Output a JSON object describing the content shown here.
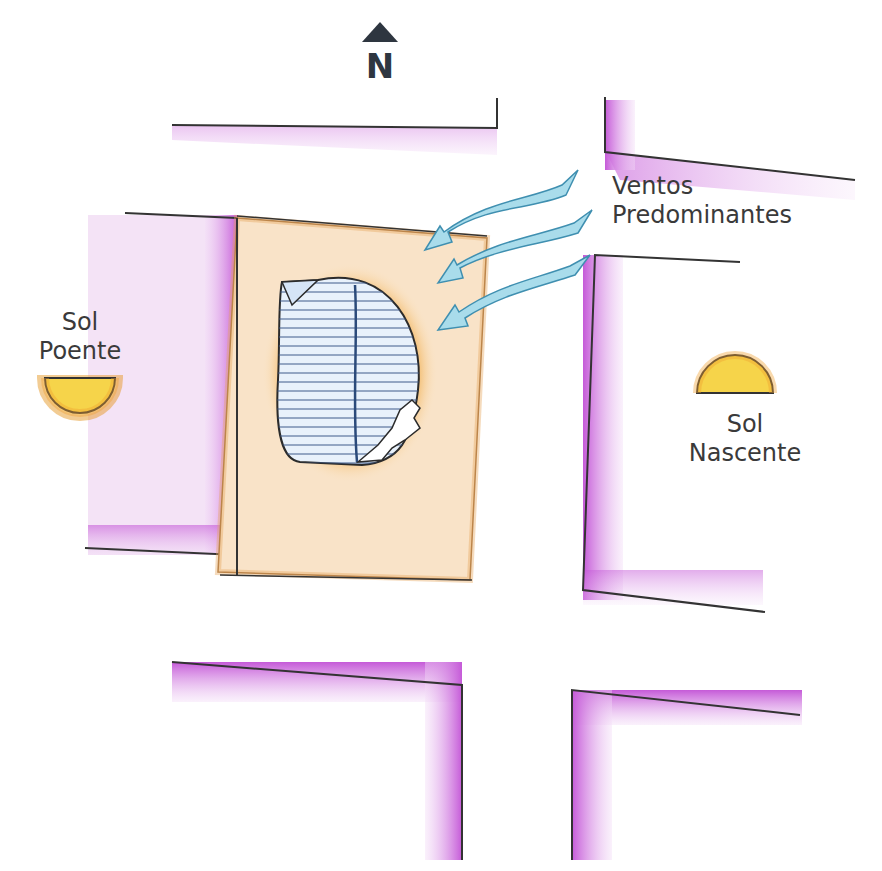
{
  "diagram": {
    "labels": [
      "N",
      "Ventos Predominantes",
      "Sol Poente",
      "Sol Nascente"
    ]
  }
}
